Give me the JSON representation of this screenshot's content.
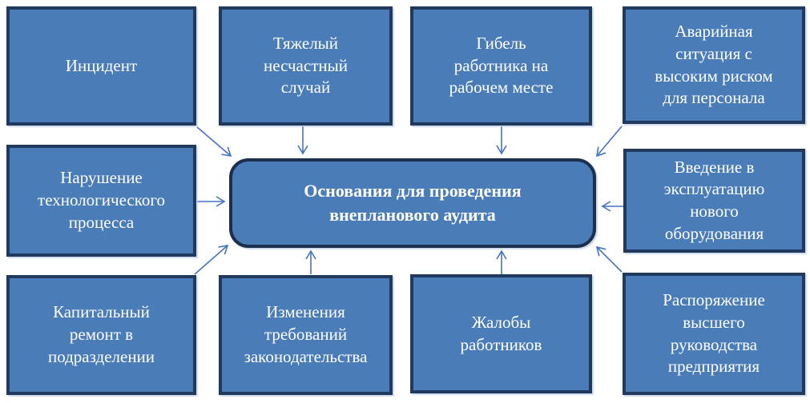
{
  "diagram": {
    "title": "Основания для проведения внепланового аудита",
    "center": {
      "label": "Основания для проведения\nвнепланового аудита"
    },
    "nodes": [
      {
        "id": "incident",
        "label": "Инцидент"
      },
      {
        "id": "severe-accident",
        "label": "Тяжелый\nнесчастный\nслучай"
      },
      {
        "id": "worker-death",
        "label": "Гибель\nработника на\nрабочем месте"
      },
      {
        "id": "emergency-situation",
        "label": "Аварийная\nситуация с\nвысоким риском\nдля персонала"
      },
      {
        "id": "process-violation",
        "label": "Нарушение\nтехнологического\nпроцесса"
      },
      {
        "id": "new-equipment",
        "label": "Введение в\nэксплуатацию\nнового\nоборудования"
      },
      {
        "id": "overhaul",
        "label": "Капитальный\nремонт в\nподразделении"
      },
      {
        "id": "legislation-changes",
        "label": "Изменения\nтребований\nзаконодательства"
      },
      {
        "id": "worker-complaints",
        "label": "Жалобы\nработников"
      },
      {
        "id": "management-order",
        "label": "Распоряжение\nвысшего\nруководства\nпредприятия"
      }
    ],
    "colors": {
      "node_fill": "#4a7cb8",
      "node_border": "#20395c",
      "center_border": "#1c2f4d",
      "arrow": "#4472c4",
      "text": "#ffffff",
      "background": "#ffffff"
    }
  }
}
